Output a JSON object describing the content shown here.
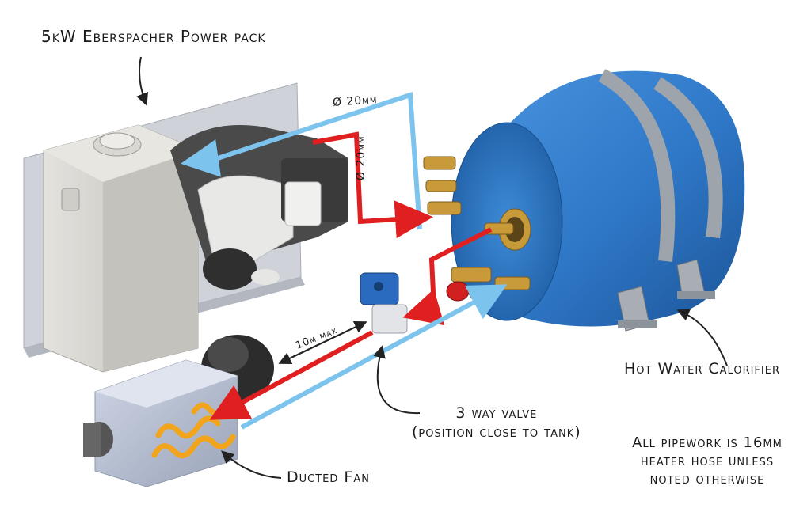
{
  "labels": {
    "power_pack": "5kW Eberspacher Power pack",
    "calorifier": "Hot Water Calorifier",
    "valve_line1": "3 way valve",
    "valve_line2": "(position close to tank)",
    "ducted_fan": "Ducted Fan",
    "note_line1": "All pipework is 16mm",
    "note_line2": "heater hose unless",
    "note_line3": "noted otherwise"
  },
  "dimensions": {
    "top_pipe": "Ø 20mm",
    "vertical_pipe": "Ø 20mm",
    "max_length": "10m max"
  },
  "colors": {
    "hot_pipe": "#e02020",
    "cold_pipe": "#7cc4ee",
    "tank": "#2f78c8",
    "tank_dark": "#1f5ea5",
    "valve": "#2a6bc0",
    "brass": "#c99a3a",
    "fan_coil": "#f2a51c",
    "plate": "#c9ccd3",
    "fuel_tank": "#d6d4cf"
  }
}
